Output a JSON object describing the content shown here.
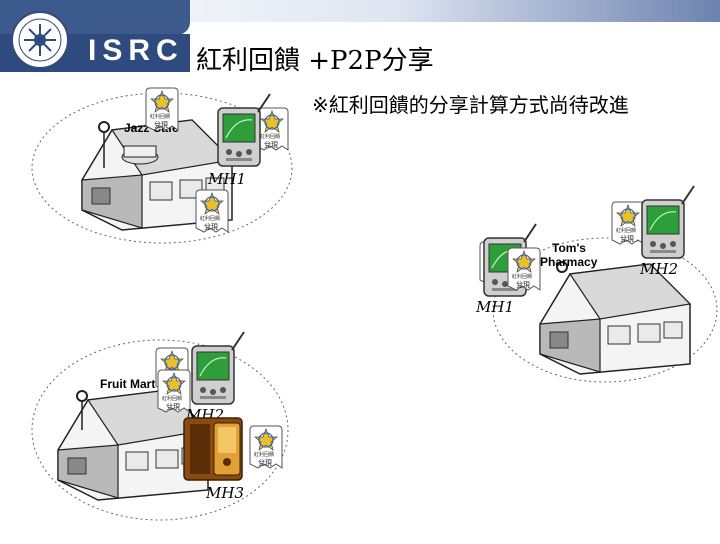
{
  "header": {
    "brand": "ISRC",
    "title": "紅利回饋 +P2P分享"
  },
  "note": "※紅利回饋的分享計算方式尚待改進",
  "stores": [
    {
      "sign": "Jazz Cafe",
      "devices": [
        "MH1"
      ]
    },
    {
      "sign": "Tom's Pharmacy",
      "devices": [
        "MH2",
        "MH1"
      ]
    },
    {
      "sign": "Fruit Mart",
      "devices": [
        "MH2",
        "MH3"
      ]
    }
  ],
  "coupon_text": "紅利回饋",
  "coupon_stamp": "兌現",
  "colors": {
    "header_gradient_start": "#ffffff",
    "header_gradient_end": "#5b72a4",
    "brand_band": "#2f4a7e",
    "pda_screen": "#2e9e3a"
  }
}
